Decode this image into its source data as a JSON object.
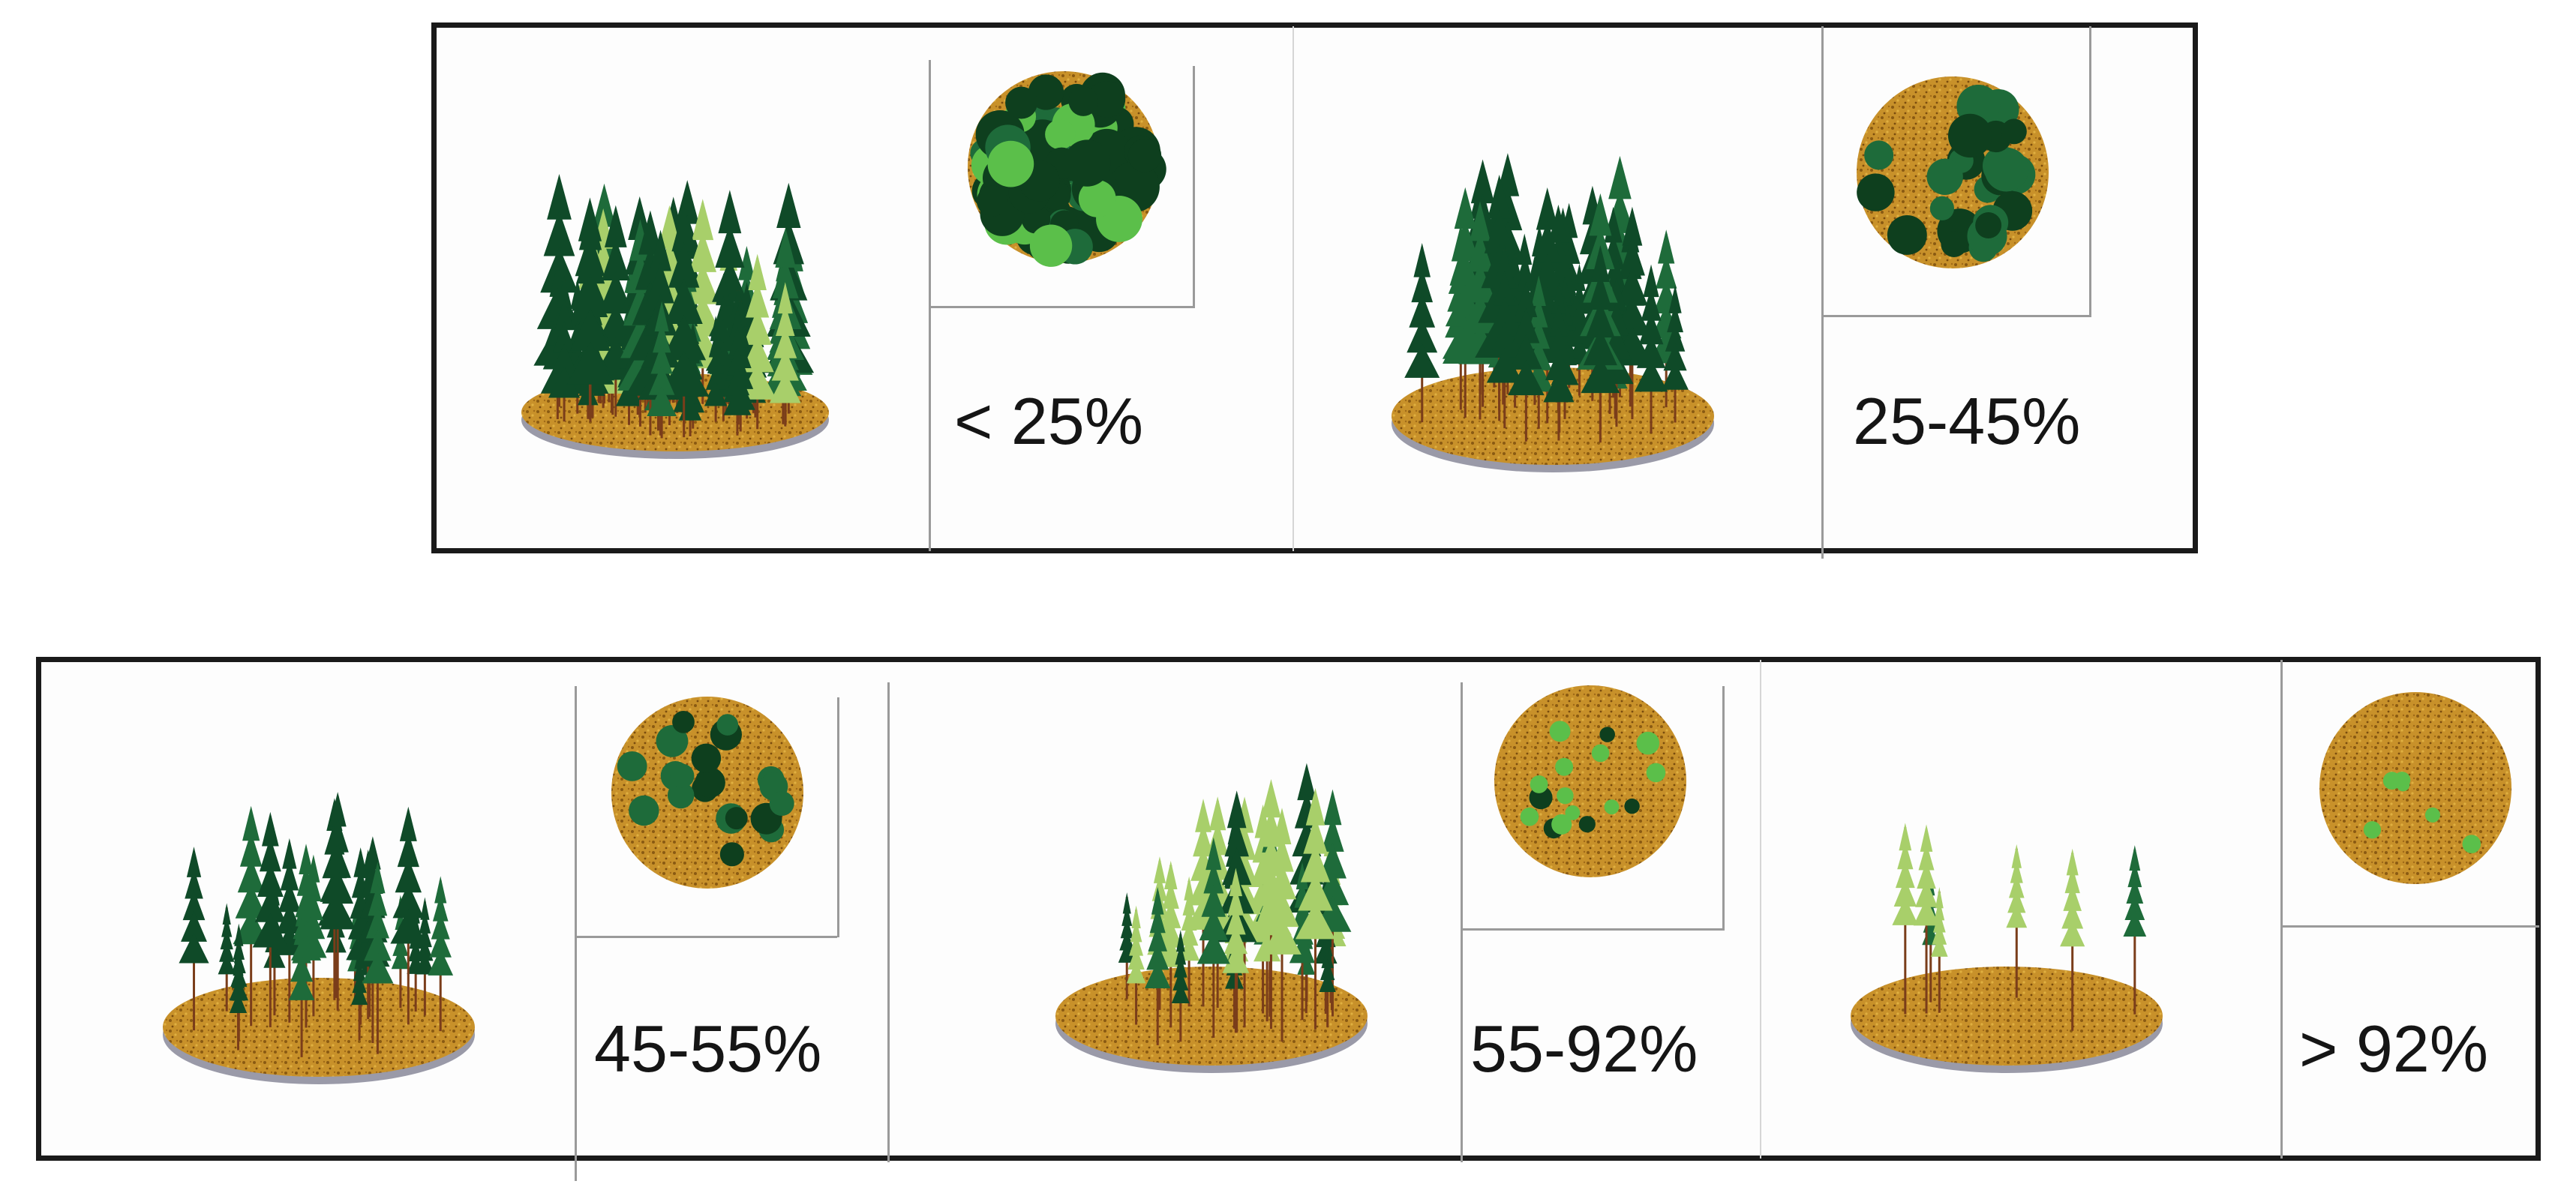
{
  "panels": [
    {
      "label": "< 25%",
      "row": "top"
    },
    {
      "label": "25-45%",
      "row": "top"
    },
    {
      "label": "45-55%",
      "row": "bottom"
    },
    {
      "label": "55-92%",
      "row": "bottom"
    },
    {
      "label": "> 92%",
      "row": "bottom"
    }
  ],
  "colors": {
    "frame": "#1a1a1a",
    "ground": "#c8912a",
    "ground_dark": "#8a5a12",
    "conifer_dark": "#0f4a28",
    "conifer_mid": "#1e6b3a",
    "conifer_light": "#a8cf6a",
    "crown_dark": "#0e3f1e",
    "crown_light": "#5bbf4a",
    "shadow": "#9a9aa8"
  }
}
